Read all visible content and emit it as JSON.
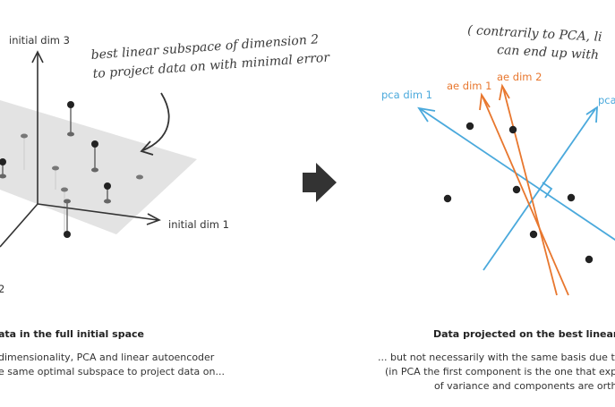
{
  "left_panel": {
    "axis_labels": {
      "dim3": "initial dim 3",
      "dim1": "initial dim 1",
      "dim2_partial": "2"
    },
    "annotation": {
      "line1": "best linear subspace of dimension 2",
      "line2": "to project data on with minimal error"
    },
    "title": "ata in the full initial space",
    "caption": {
      "line1": "dimensionality, PCA and linear autoencoder",
      "line2": "e same optimal subspace to project data on..."
    }
  },
  "right_panel": {
    "annotation": {
      "line1": "( contrarily to PCA, li",
      "line2": "can end up with"
    },
    "axis_labels": {
      "pca1": "pca dim 1",
      "ae1": "ae dim 1",
      "ae2": "ae dim 2",
      "pca2_partial": "pca"
    },
    "title": "Data projected on the best linear su",
    "caption": {
      "line1": "... but not necessarily with the same basis due to d",
      "line2": "(in PCA the first component is the one that expla",
      "line3": "of variance and components are ortho"
    }
  },
  "colors": {
    "pca": "#4aa9dc",
    "ae": "#e8772e",
    "plane": "#e3e3e3",
    "ink": "#333333"
  },
  "icons": {
    "transition": "right-arrow-icon"
  }
}
